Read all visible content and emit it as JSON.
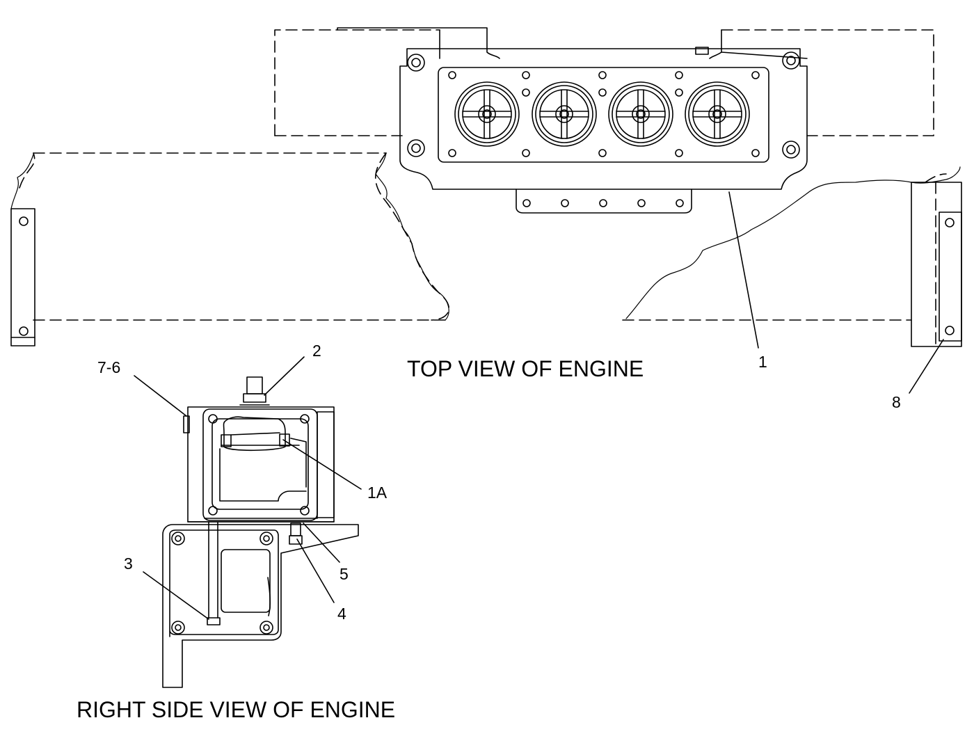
{
  "views": {
    "top": {
      "title": "TOP VIEW OF ENGINE"
    },
    "side": {
      "title": "RIGHT SIDE VIEW OF ENGINE"
    }
  },
  "callouts": {
    "c1": "1",
    "c1a": "1A",
    "c2": "2",
    "c3": "3",
    "c4": "4",
    "c5": "5",
    "c76": "7-6",
    "c8": "8"
  },
  "colors": {
    "line": "#000000",
    "background": "#ffffff"
  }
}
